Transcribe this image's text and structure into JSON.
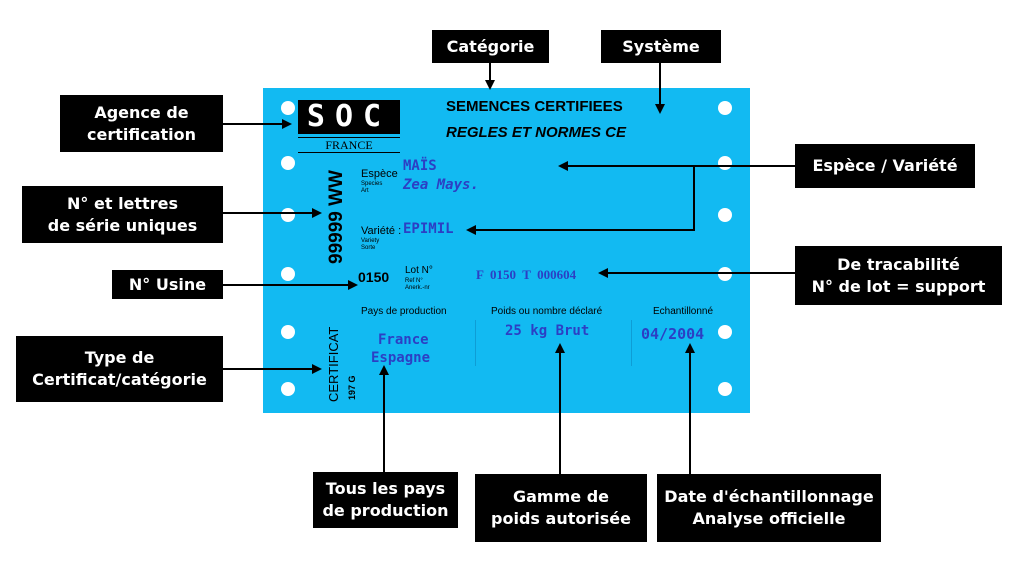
{
  "label": {
    "logo_text": "SOC",
    "logo_sub": "FRANCE",
    "title_line1": "SEMENCES CERTIFIEES",
    "title_line2": "REGLES ET NORMES CE",
    "serial": "99999 WW",
    "species_label": "Espèce",
    "species_sub1": "Species",
    "species_sub2": "Art",
    "species_value1": "MAÏS",
    "species_value2": "Zea Mays.",
    "variety_label": "Variété :",
    "variety_sub1": "Variety",
    "variety_sub2": "Sorte",
    "variety_value": "EPIMIL",
    "factory_no": "0150",
    "lot_label": "Lot N°",
    "lot_sub1": "Ref N°",
    "lot_sub2": "Anerk.-nr",
    "lot_value": "F  0150  T  000604",
    "col1_header": "Pays de production",
    "col1_value1": "France",
    "col1_value2": "Espagne",
    "col2_header": "Poids ou nombre déclaré",
    "col2_value": "25 kg Brut",
    "col3_header": "Echantillonné",
    "col3_value": "04/2004",
    "certificat": "CERTIFICAT",
    "certificat_code": "197 G"
  },
  "callouts": {
    "categorie": "Catégorie",
    "systeme": "Système",
    "agence_1": "Agence de",
    "agence_2": "certification",
    "serie_1": "N° et lettres",
    "serie_2": "de série uniques",
    "usine": "N° Usine",
    "type_1": "Type de",
    "type_2": "Certificat/catégorie",
    "espece": "Espèce / Variété",
    "trac_1": "De tracabilité",
    "trac_2": "N° de lot = support",
    "pays_1": "Tous les pays",
    "pays_2": "de production",
    "gamme_1": "Gamme de",
    "gamme_2": "poids autorisée",
    "date_1": "Date d'échantillonnage",
    "date_2": "Analyse officielle"
  },
  "colors": {
    "label_bg": "#12baf2",
    "text_blue": "#2c3fc4",
    "callout_bg": "#000000"
  }
}
